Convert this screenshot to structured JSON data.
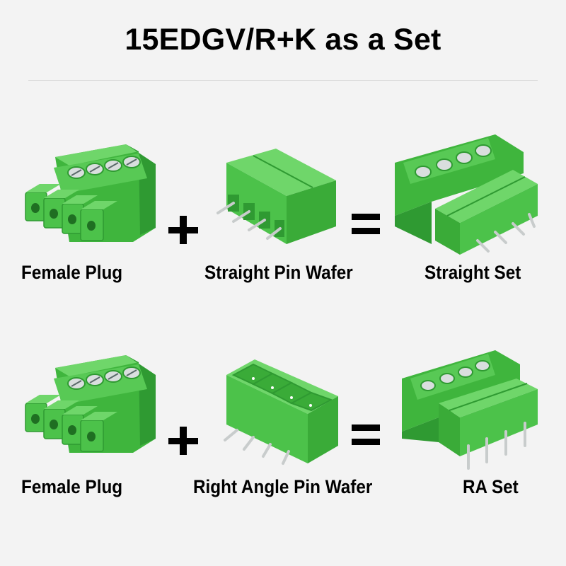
{
  "title": "15EDGV/R+K as a Set",
  "colors": {
    "background": "#f3f3f3",
    "connector_green": "#4cc24a",
    "connector_green_light": "#6fd66a",
    "connector_green_dark": "#2f9a32",
    "pin_metal": "#c8cccc",
    "text": "#000000"
  },
  "rows": [
    {
      "items": [
        {
          "label": "Female Plug",
          "image": "female-plug-4pin"
        },
        {
          "operator": "+"
        },
        {
          "label": "Straight Pin Wafer",
          "image": "straight-pin-wafer-4pin"
        },
        {
          "operator": "="
        },
        {
          "label": "Straight Set",
          "image": "straight-set-assembled"
        }
      ]
    },
    {
      "items": [
        {
          "label": "Female Plug",
          "image": "female-plug-4pin"
        },
        {
          "operator": "+"
        },
        {
          "label": "Right Angle Pin Wafer",
          "image": "right-angle-pin-wafer-4pin"
        },
        {
          "operator": "="
        },
        {
          "label": "RA Set",
          "image": "ra-set-assembled"
        }
      ]
    }
  ]
}
